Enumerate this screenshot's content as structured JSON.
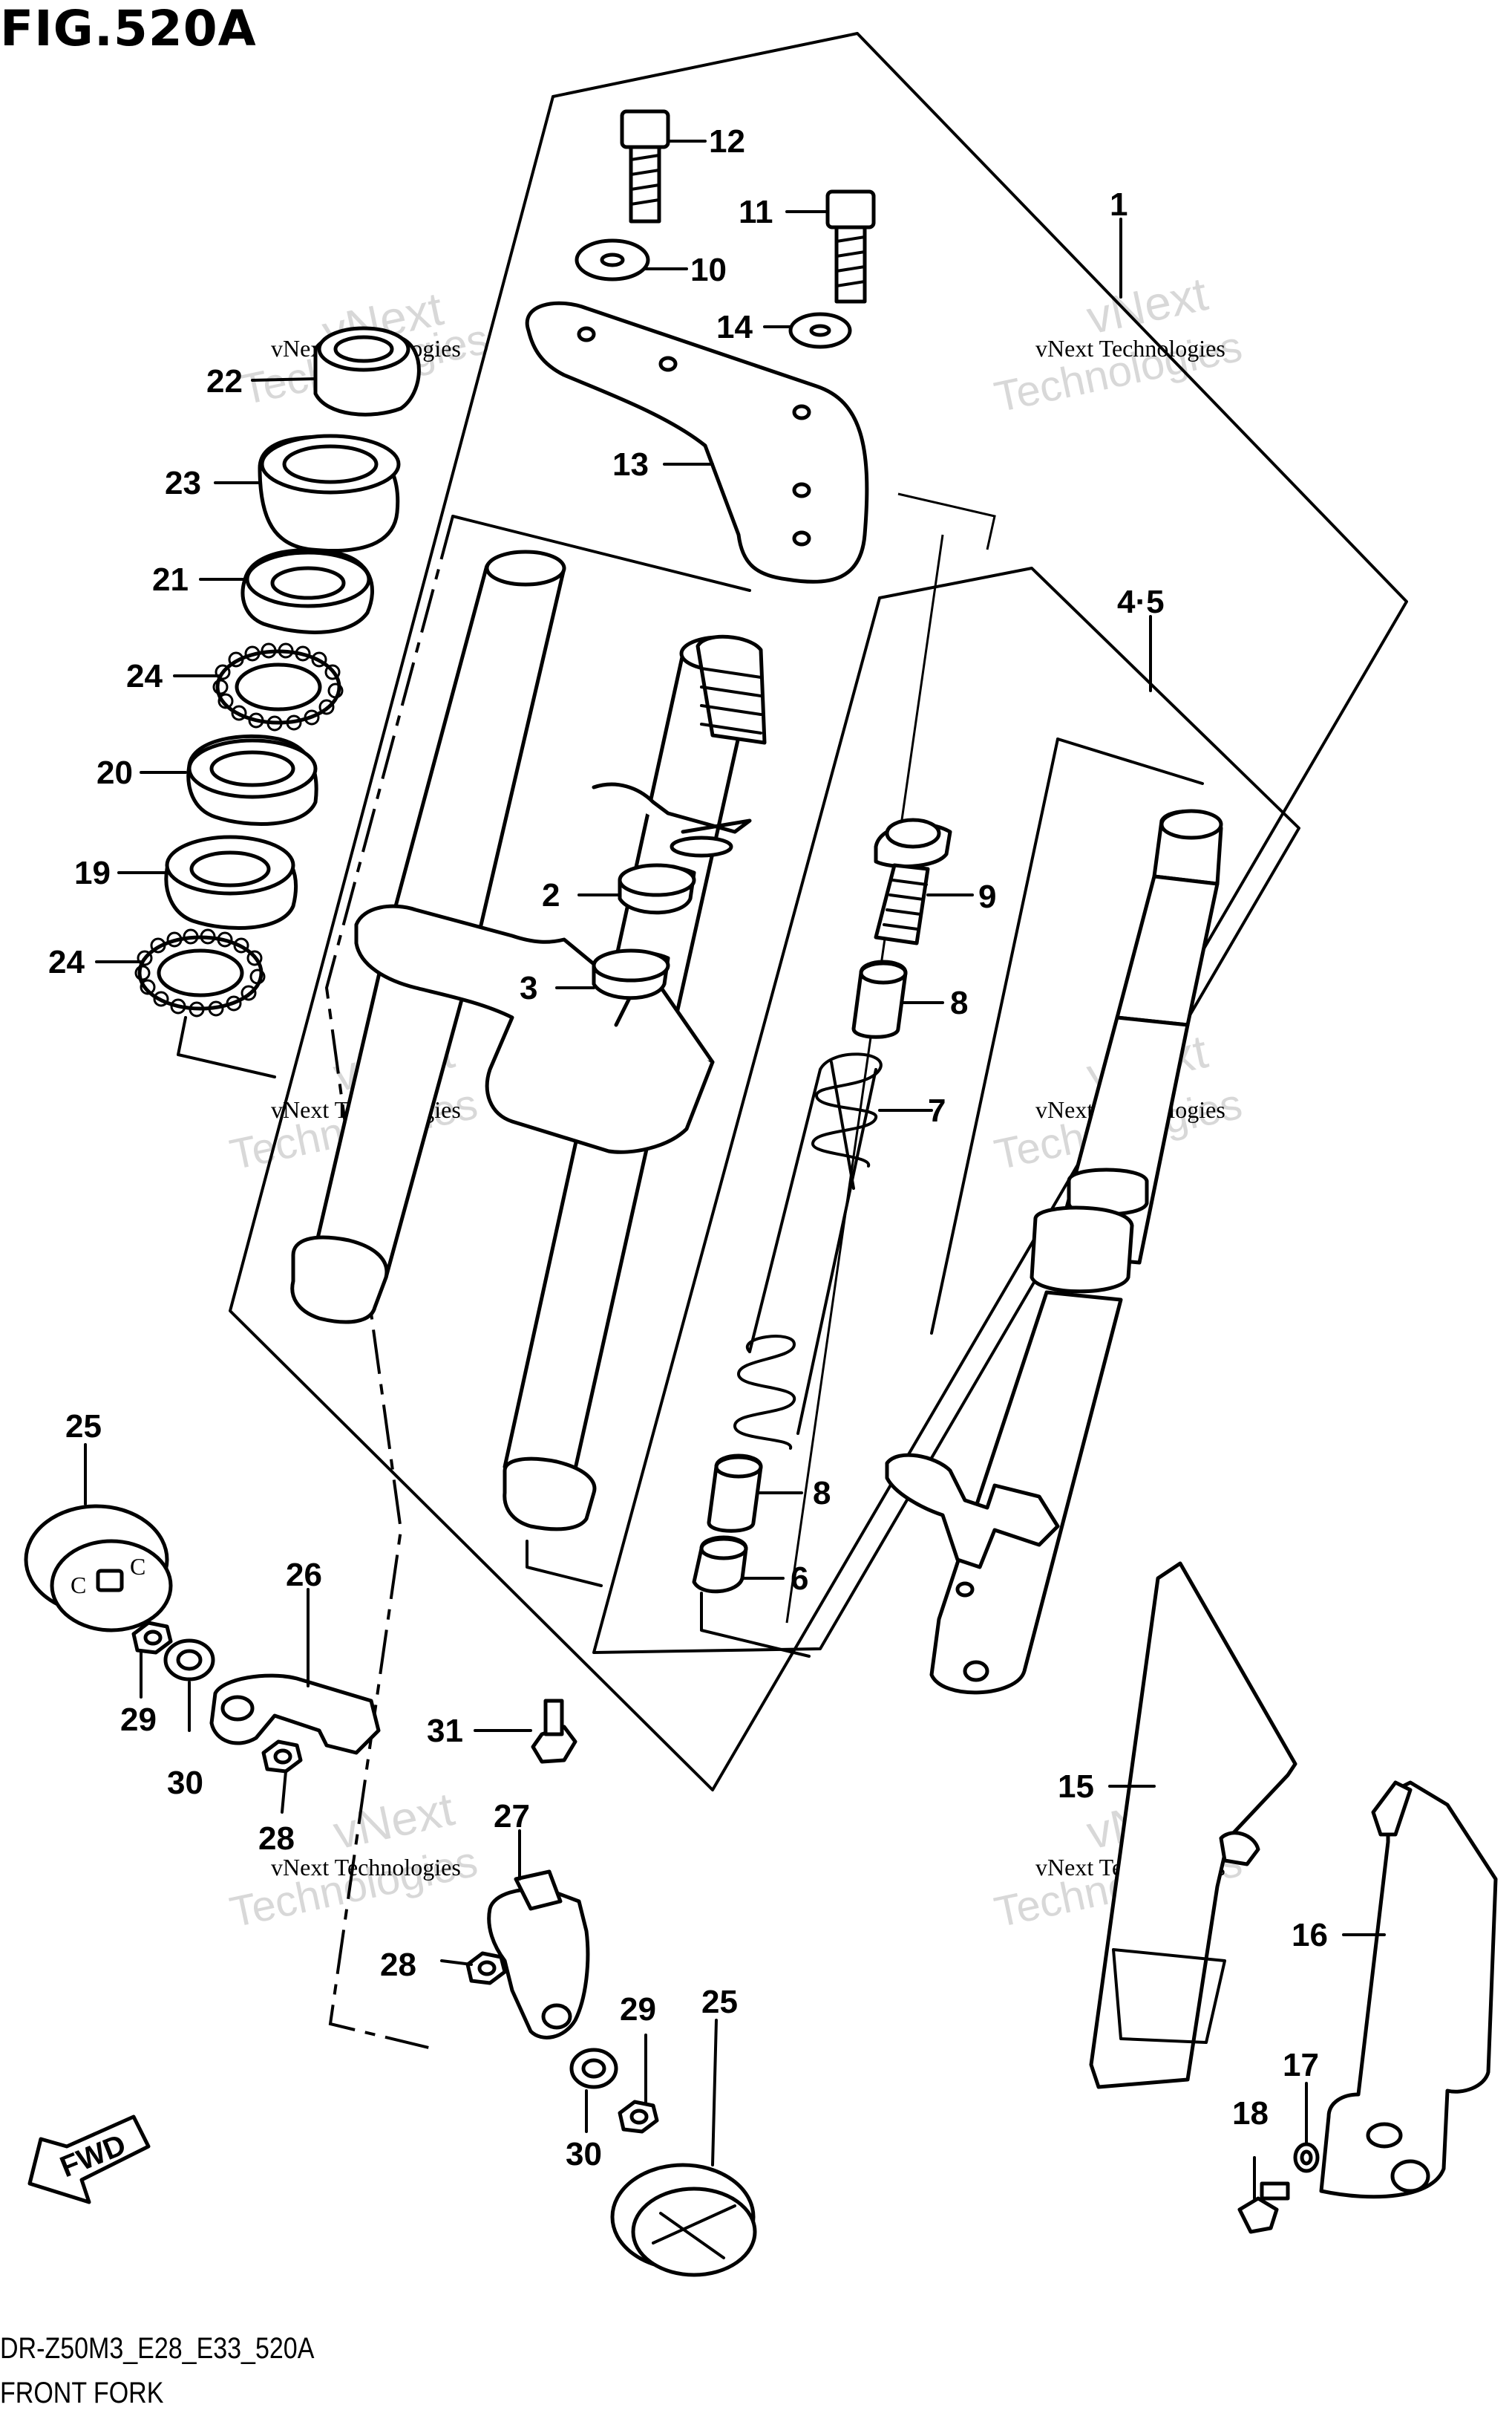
{
  "figure": {
    "title": "FIG.520A",
    "code": "DR-Z50M3_E28_E33_520A",
    "caption": "FRONT FORK"
  },
  "fwd_arrow_label": "FWD",
  "watermark": {
    "line1": "vNext Technologies",
    "line2": "vNext",
    "line3": "Technologies"
  },
  "callouts": {
    "c1": "1",
    "c2": "2",
    "c3": "3",
    "c45": "4·5",
    "c6": "6",
    "c7": "7",
    "c8a": "8",
    "c8b": "8",
    "c9": "9",
    "c10": "10",
    "c11": "11",
    "c12": "12",
    "c13": "13",
    "c14": "14",
    "c15": "15",
    "c16": "16",
    "c17": "17",
    "c18": "18",
    "c19": "19",
    "c20": "20",
    "c21": "21",
    "c22": "22",
    "c23": "23",
    "c24a": "24",
    "c24b": "24",
    "c25a": "25",
    "c25b": "25",
    "c26": "26",
    "c27": "27",
    "c28a": "28",
    "c28b": "28",
    "c29a": "29",
    "c29b": "29",
    "c30a": "30",
    "c30b": "30",
    "c31": "31"
  }
}
